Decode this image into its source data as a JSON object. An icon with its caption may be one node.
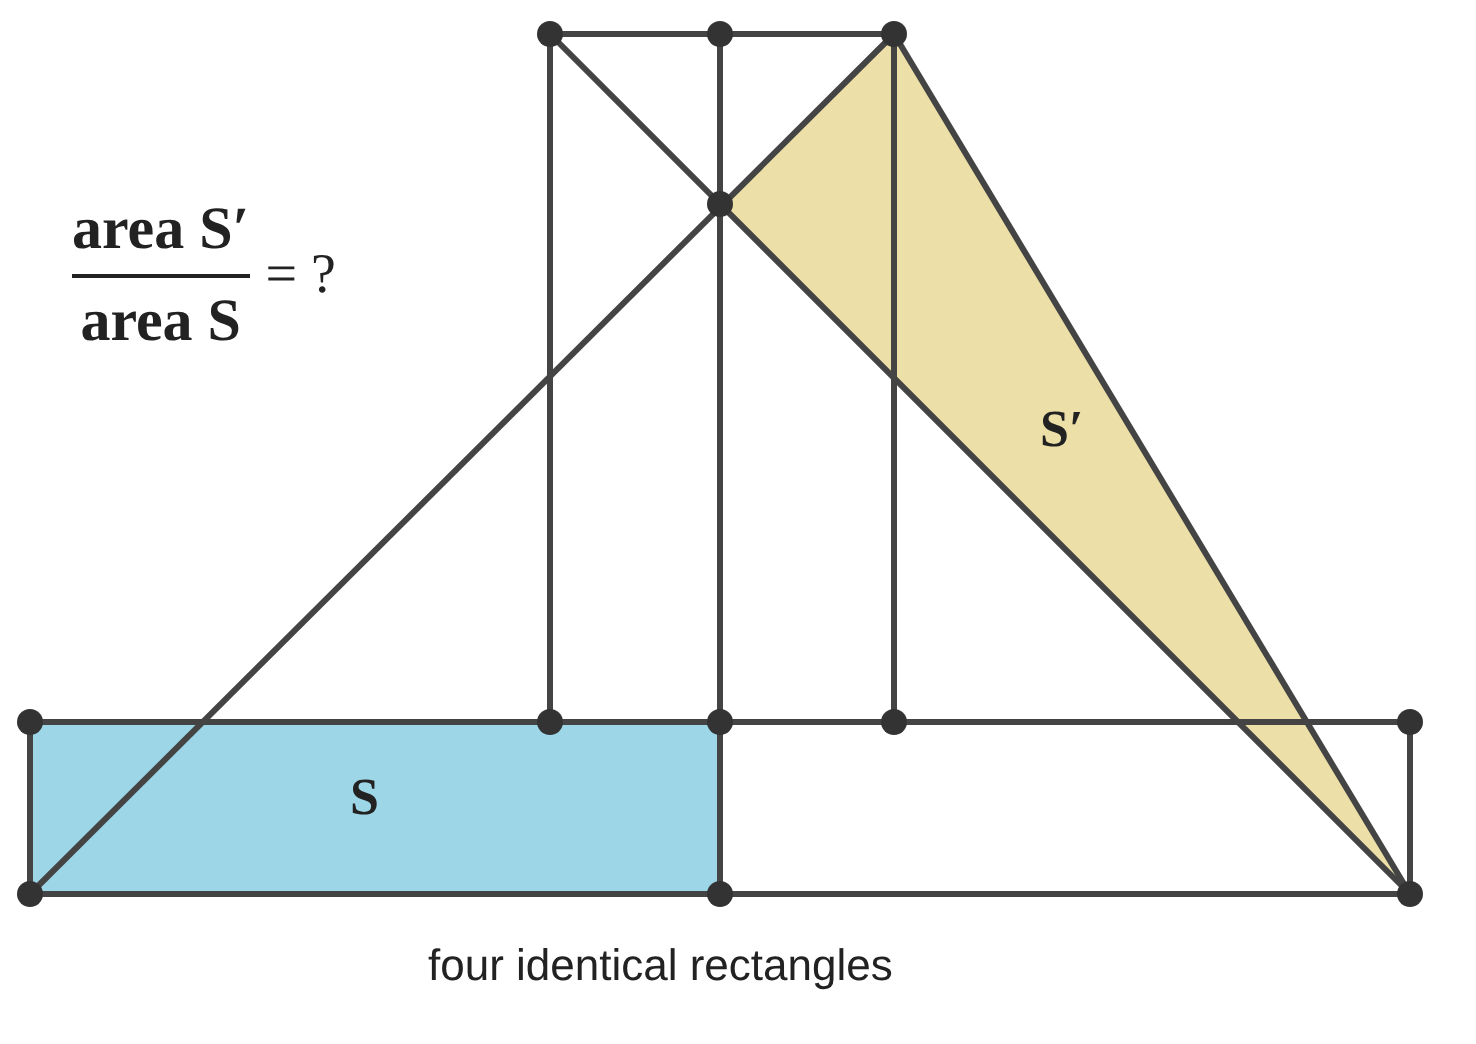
{
  "diagram": {
    "caption": "four identical rectangles",
    "nodes": [
      {
        "text": [
          "S′"
        ]
      },
      {
        "text": [
          "S"
        ]
      }
    ],
    "edges": [],
    "labels": [
      "area S′",
      "area S",
      "= ?"
    ]
  }
}
